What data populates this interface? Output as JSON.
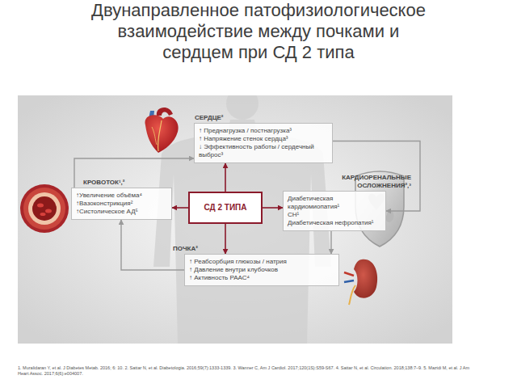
{
  "diagram": {
    "title": "Двунаправленное патофизиологическое взаимодействие между почками и сердцем при СД 2 типа",
    "nodes": [
      {
        "text": [
          "СЕРДЦЕ²",
          "↑ Преднагрузка / постнагрузка³",
          "↑ Напряжение стенок сердца³",
          "↓ Эффективность работы / сердечный выброс³"
        ]
      },
      {
        "text": [
          "КРОВОТОК¹,²",
          "↑Увеличение объёма⁴",
          "↑Вазоконстрикция²",
          "↑Систолическое АД⁵"
        ]
      },
      {
        "text": [
          "СД 2 ТИПА"
        ]
      },
      {
        "text": [
          "КАРДИОРЕНАЛЬНЫЕ ОСЛОЖНЕНИЯ²,³",
          "Диабетическая кардиомиопатия¹",
          "СН¹",
          "Диабетическая нефропатия¹"
        ]
      },
      {
        "text": [
          "ПОЧКА²",
          "↑ Реабсорбция глюкозы / натрия",
          "↑ Давление внутри клубочков",
          "↑ Активность РААС⁴"
        ]
      }
    ],
    "edges": [
      {
        "from": 0,
        "to": 3,
        "arrow": "to"
      },
      {
        "from": 3,
        "to": 4,
        "arrow": "to"
      },
      {
        "from": 4,
        "to": 1,
        "arrow": "to"
      },
      {
        "from": 1,
        "to": 0,
        "arrow": "to"
      },
      {
        "from": 2,
        "to": 0,
        "arrow": "to"
      },
      {
        "from": 2,
        "to": 1,
        "arrow": "to"
      },
      {
        "from": 2,
        "to": 3,
        "arrow": "to"
      },
      {
        "from": 2,
        "to": 4,
        "arrow": "to"
      }
    ],
    "labels": [
      "1. Muralidaran Y, et al. J Diabetes Metab. 2016; 6: 10. 2. Sattar N, et al. Diabetologia. 2016;59(7):1333-1339. 3. Wanner C, Am J Cardiol. 2017;120(1S):S59-S67. 4. Sattar N, et al. Circulation. 2018;138:7–9. 5. Mazidi M, et al. J Am Heart Assoc. 2017;6(6):e004007."
    ]
  }
}
